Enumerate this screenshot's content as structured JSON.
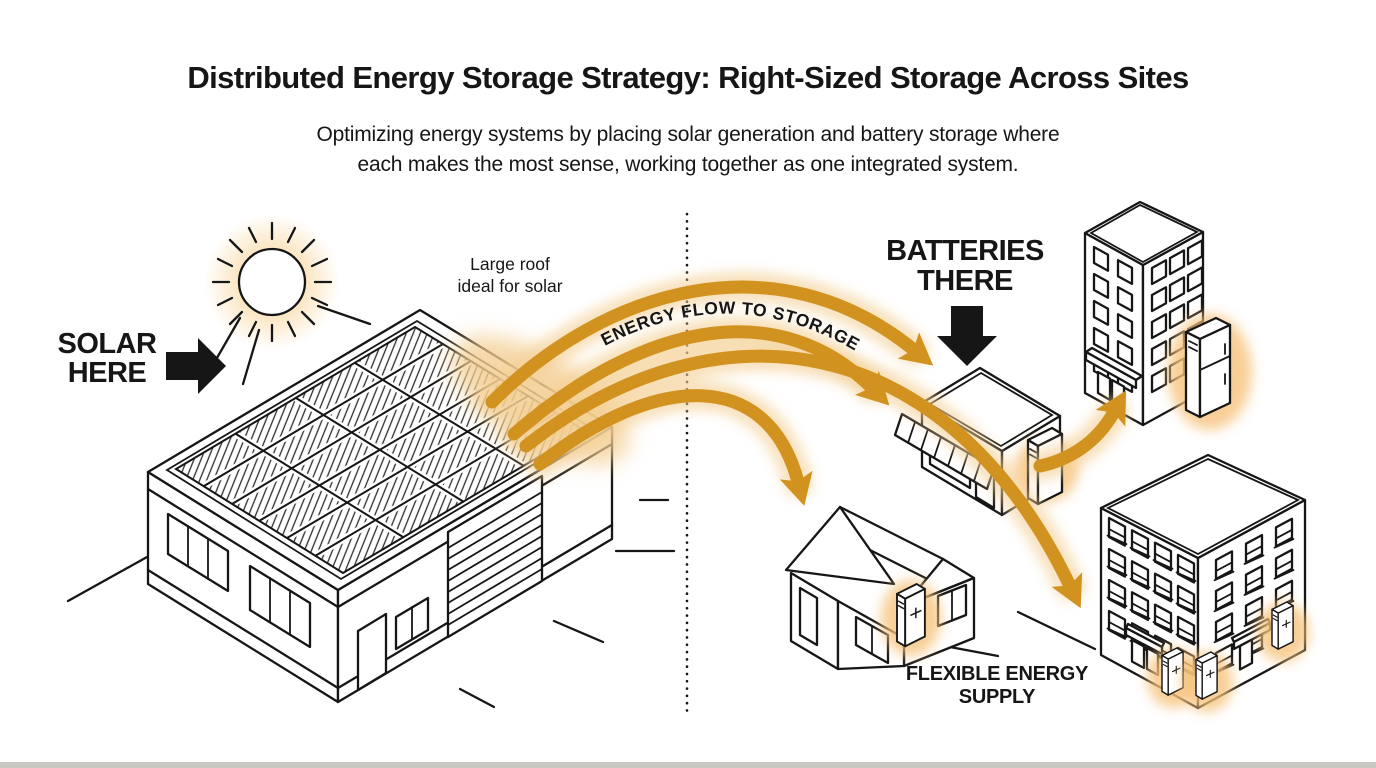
{
  "header": {
    "title": "Distributed Energy Storage Strategy: Right-Sized Storage Across Sites",
    "subtitle": "Optimizing energy systems by placing solar generation and battery storage where\neach makes the most sense, working together as one integrated system."
  },
  "left_scene": {
    "solar_label": "SOLAR\nHERE",
    "roof_note": "Large roof\nideal for solar"
  },
  "flow": {
    "label": "ENERGY FLOW TO STORAGE"
  },
  "right_scene": {
    "batteries_label": "BATTERIES\nTHERE",
    "supply_label": "FLEXIBLE ENERGY SUPPLY"
  },
  "colors": {
    "ink": "#161616",
    "flow_orange": "#D2921F",
    "flow_glow": "#F3CE92",
    "sun_glow": "#F7C886",
    "battery_glow": "#F6C27C",
    "background": "#FFFFFF",
    "footer_bar": "#C9C7C2"
  },
  "icons": {
    "sun": "sun-icon",
    "solar_pointer": "block-arrow-right-icon",
    "batteries_pointer": "block-arrow-down-icon",
    "flow_arrows": "curved-flow-arrows-icon",
    "divider": "dotted-divider-line",
    "warehouse": "warehouse-solar-roof-illustration",
    "shop": "shop-with-battery-illustration",
    "house": "house-with-battery-illustration",
    "tower": "office-tower-with-battery-illustration",
    "apartment": "apartment-with-batteries-illustration",
    "battery_unit": "battery-unit-icon",
    "fridge_battery": "large-battery-cabinet-icon"
  }
}
